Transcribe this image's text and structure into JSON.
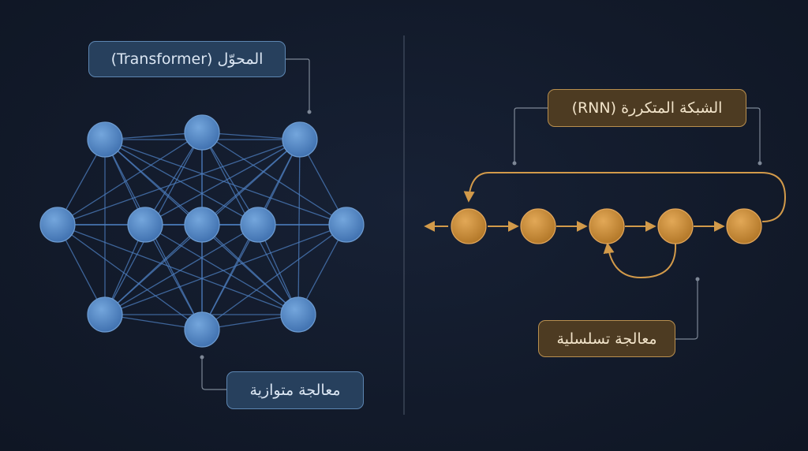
{
  "transformer": {
    "title": "المحوّل (Transformer)",
    "caption": "معالجة متوازية",
    "node_color": "#4f86c6",
    "edge_color": "#4d7fc0"
  },
  "rnn": {
    "title": "الشبكة المتكررة (RNN)",
    "caption": "معالجة تسلسلية",
    "node_color": "#c98a34",
    "edge_color": "#d29a4a"
  },
  "colors": {
    "background": "#131b2c",
    "divider": "#3a4456",
    "leader_line": "#7d8796"
  }
}
